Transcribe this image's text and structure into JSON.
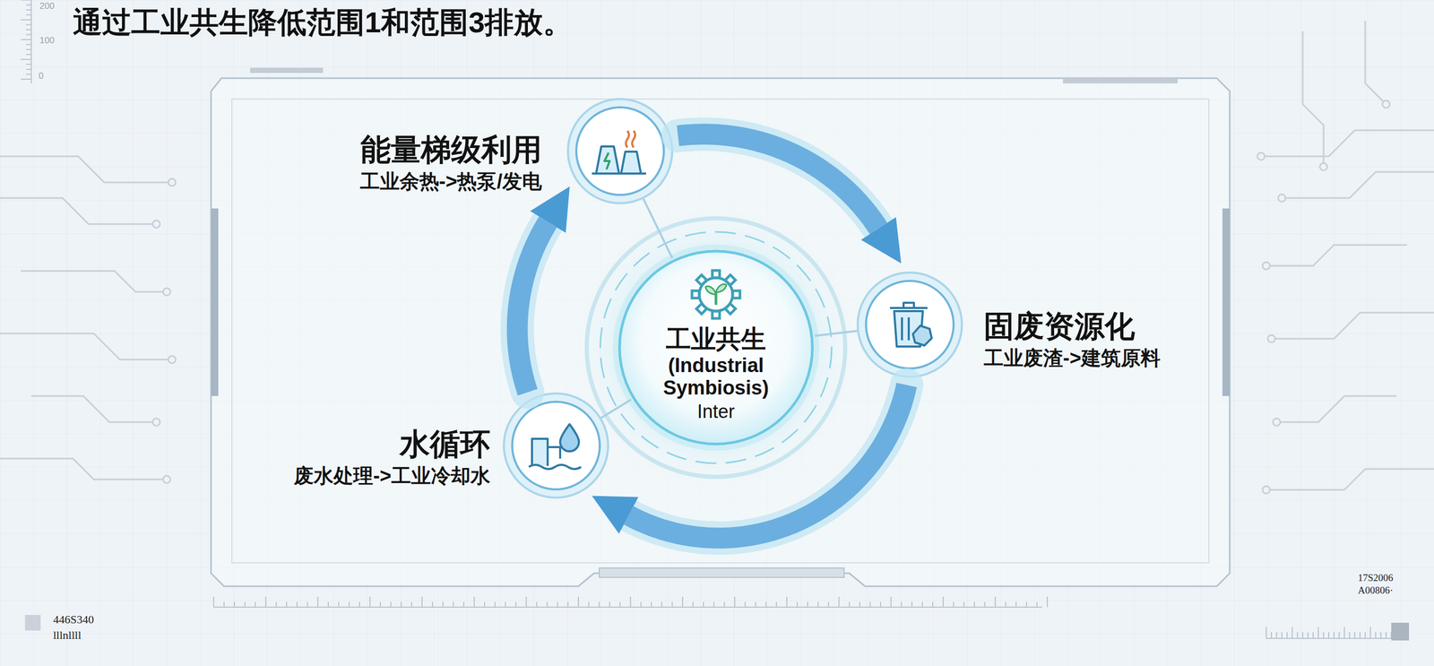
{
  "diagram": {
    "title": "通过工业共生降低范围1和范围3排放。",
    "nodes": [
      {
        "text": [
          "工业共生",
          "(Industrial Symbiosis)",
          "Inter"
        ]
      },
      {
        "text": [
          "能量梯级利用",
          "工业余热->热泵/发电"
        ]
      },
      {
        "text": [
          "固废资源化",
          "工业废渣->建筑原料"
        ]
      },
      {
        "text": [
          "水循环",
          "废水处理->工业冷却水"
        ]
      }
    ],
    "edges": [
      {
        "from": 1,
        "to": 2,
        "arrow": "to"
      },
      {
        "from": 2,
        "to": 3,
        "arrow": "to"
      },
      {
        "from": 3,
        "to": 1,
        "arrow": "to"
      },
      {
        "from": 0,
        "to": 1,
        "arrow": "none"
      },
      {
        "from": 0,
        "to": 2,
        "arrow": "none"
      },
      {
        "from": 0,
        "to": 3,
        "arrow": "none"
      }
    ],
    "labels": [
      "200",
      "100",
      "0",
      "446S340",
      "lllnllll",
      "17S2006",
      "A00806·"
    ]
  }
}
